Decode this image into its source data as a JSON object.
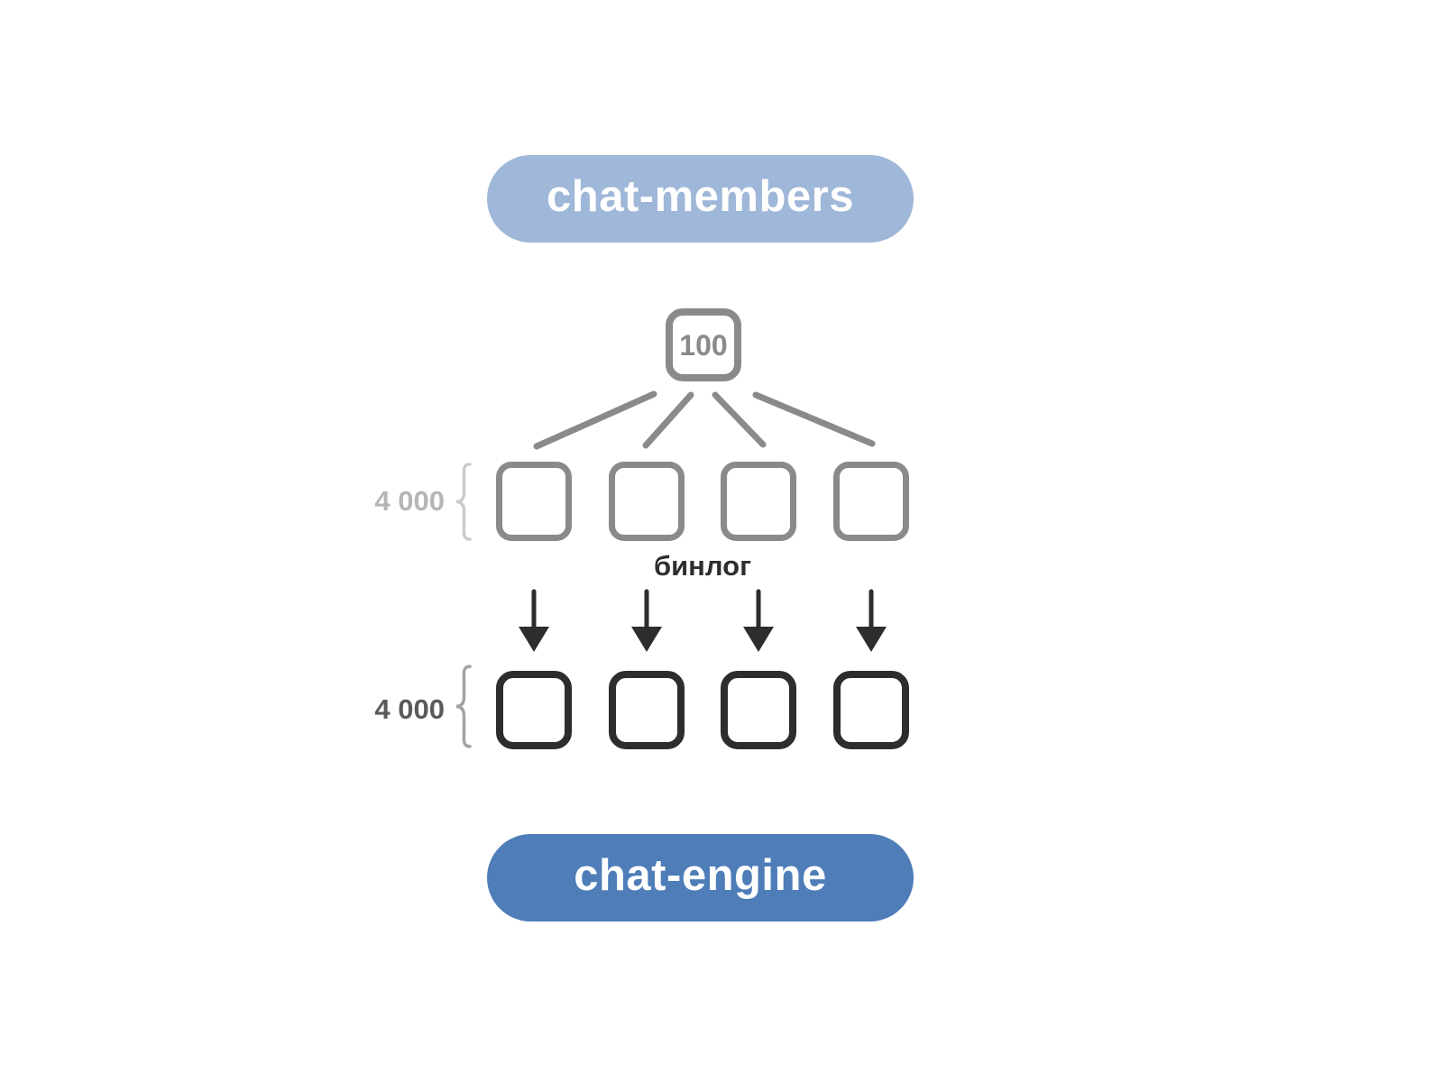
{
  "diagram": {
    "title_semantic": "chat sharding diagram",
    "background_color": "#ffffff"
  },
  "top_pill": {
    "label": "chat-members",
    "color": "#9fb7d8",
    "text_color": "#ffffff"
  },
  "bottom_pill": {
    "label": "chat-engine",
    "color": "#4e7db8",
    "text_color": "#ffffff"
  },
  "root_box": {
    "value": "100",
    "border_color": "#8a8a8a",
    "text_color": "#8a8a8a"
  },
  "fan": {
    "line_count": 4,
    "color": "#8a8a8a"
  },
  "top_row": {
    "count_label": "4 000",
    "shard_count": 4,
    "box_color": "#8a8a8a",
    "label_color": "#b5b5b5",
    "brace_color": "#cccccc"
  },
  "binlog": {
    "label": "бинлог",
    "color": "#2e2e2e"
  },
  "arrows": {
    "count": 4,
    "color": "#2d2d2d"
  },
  "bottom_row": {
    "count_label": "4 000",
    "shard_count": 4,
    "box_color": "#2d2d2d",
    "label_color": "#5a5a5a",
    "brace_color": "#a3a3a3"
  }
}
